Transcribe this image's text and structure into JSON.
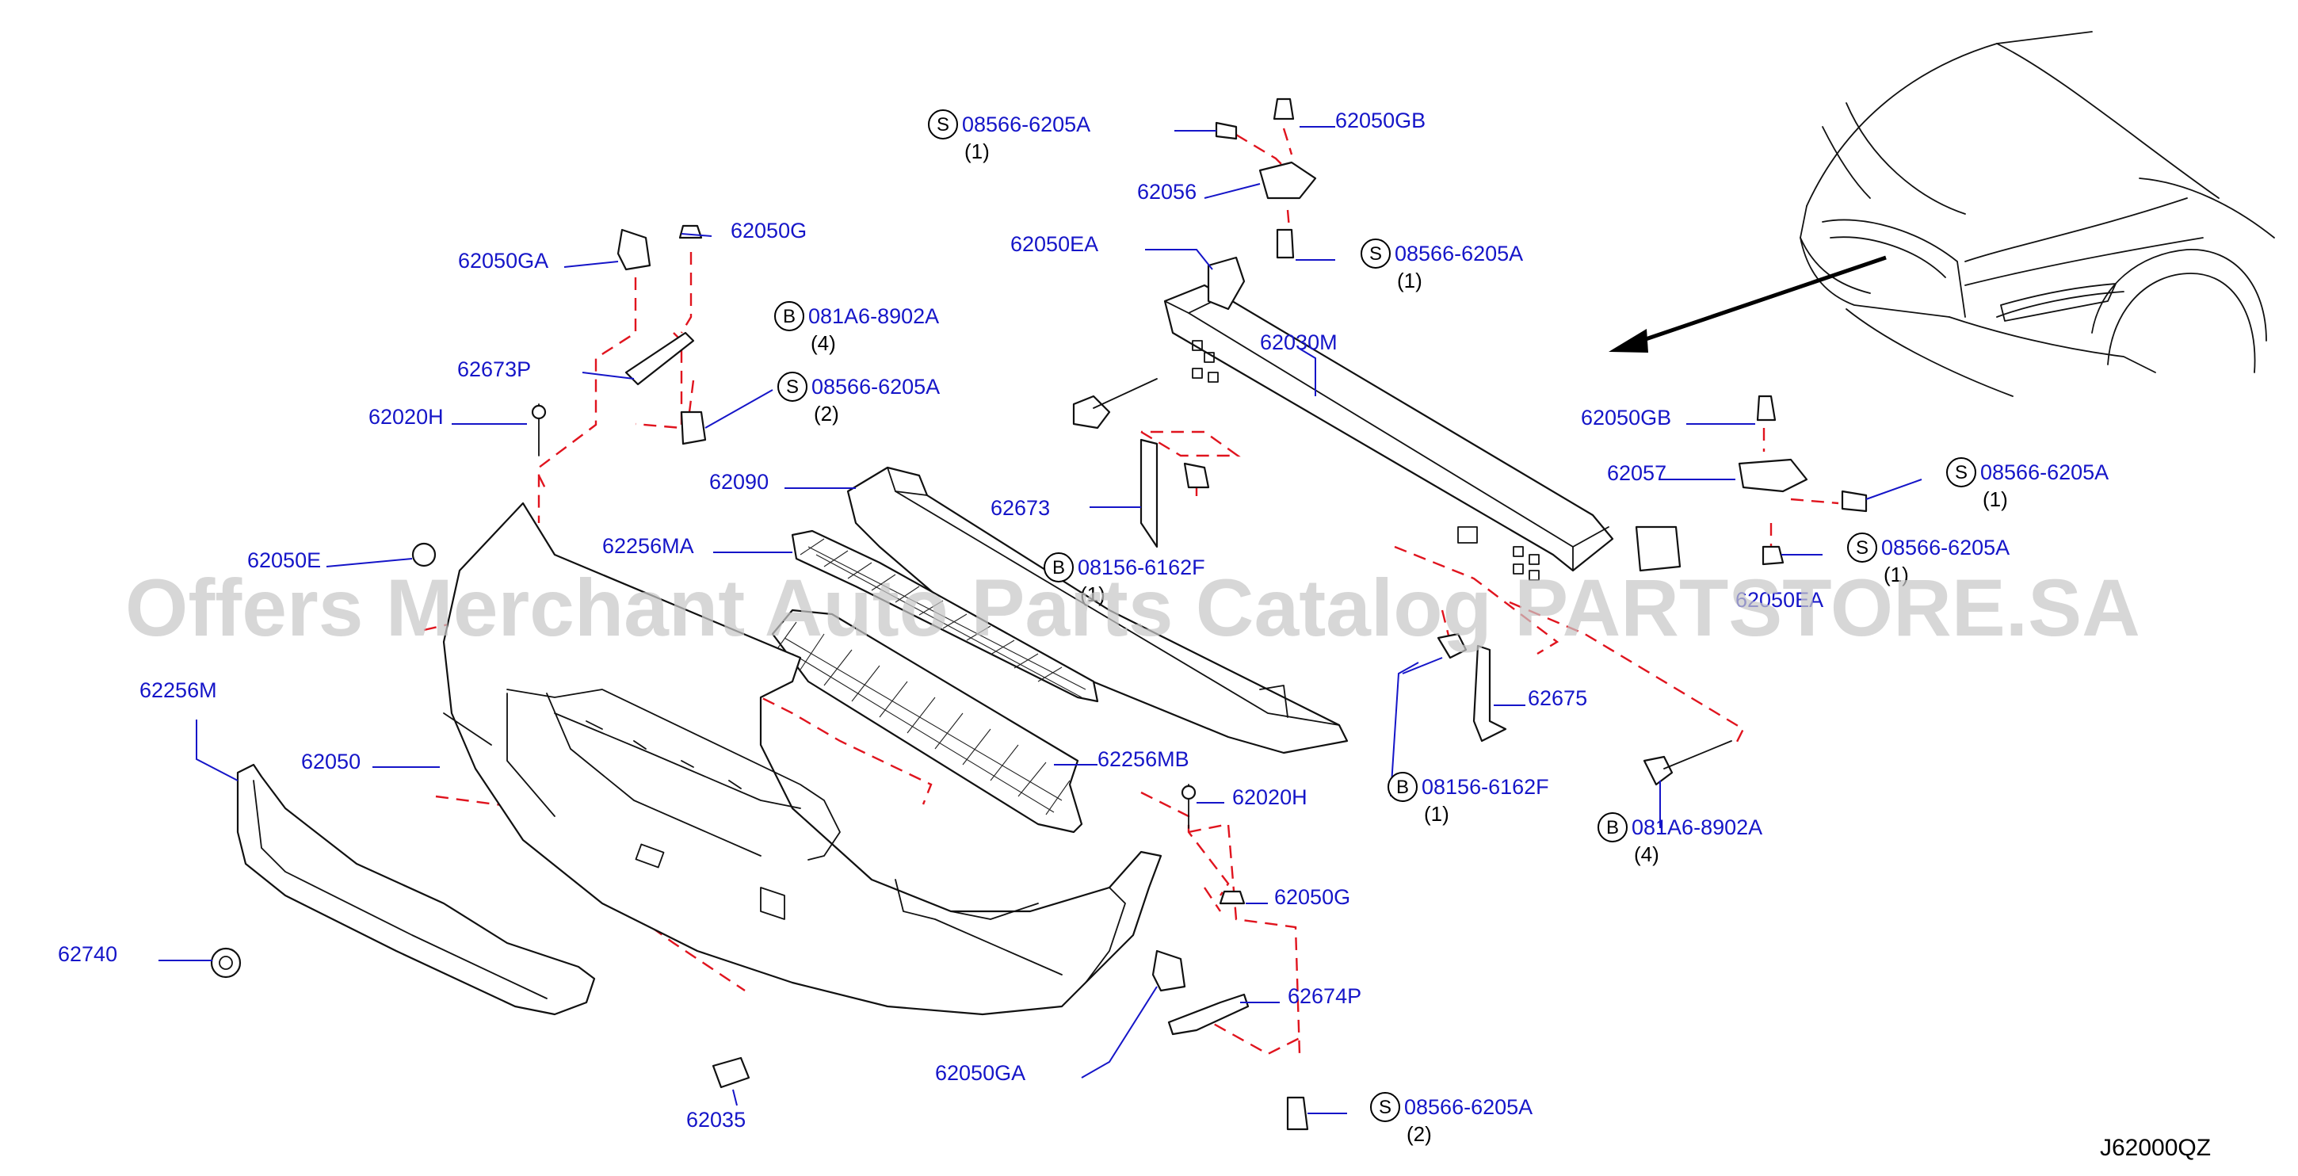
{
  "watermark": "Offers Merchant Auto Parts Catalog PARTSTORE.SA",
  "diagram_code": "J62000QZ",
  "colors": {
    "part_number": "#1515c8",
    "dashed_guide": "#e0141e",
    "outline": "#111111"
  },
  "callouts": [
    {
      "id": "c1",
      "prefix": "S",
      "part": "08566-6205A",
      "qty": "(1)"
    },
    {
      "id": "c2",
      "prefix": "",
      "part": "62050GB",
      "qty": ""
    },
    {
      "id": "c3",
      "prefix": "",
      "part": "62056",
      "qty": ""
    },
    {
      "id": "c4",
      "prefix": "",
      "part": "62050EA",
      "qty": ""
    },
    {
      "id": "c5",
      "prefix": "S",
      "part": "08566-6205A",
      "qty": "(1)"
    },
    {
      "id": "c6",
      "prefix": "",
      "part": "62050GA",
      "qty": ""
    },
    {
      "id": "c7",
      "prefix": "",
      "part": "62050G",
      "qty": ""
    },
    {
      "id": "c8",
      "prefix": "B",
      "part": "081A6-8902A",
      "qty": "(4)"
    },
    {
      "id": "c9",
      "prefix": "S",
      "part": "08566-6205A",
      "qty": "(2)"
    },
    {
      "id": "c10",
      "prefix": "",
      "part": "62673P",
      "qty": ""
    },
    {
      "id": "c11",
      "prefix": "",
      "part": "62020H",
      "qty": ""
    },
    {
      "id": "c12",
      "prefix": "",
      "part": "62030M",
      "qty": ""
    },
    {
      "id": "c13",
      "prefix": "",
      "part": "62090",
      "qty": ""
    },
    {
      "id": "c14",
      "prefix": "",
      "part": "62050GB",
      "qty": ""
    },
    {
      "id": "c15",
      "prefix": "",
      "part": "62057",
      "qty": ""
    },
    {
      "id": "c16",
      "prefix": "S",
      "part": "08566-6205A",
      "qty": "(1)"
    },
    {
      "id": "c17",
      "prefix": "",
      "part": "62673",
      "qty": ""
    },
    {
      "id": "c18",
      "prefix": "S",
      "part": "08566-6205A",
      "qty": "(1)"
    },
    {
      "id": "c19",
      "prefix": "",
      "part": "62050E",
      "qty": ""
    },
    {
      "id": "c20",
      "prefix": "",
      "part": "62256MA",
      "qty": ""
    },
    {
      "id": "c21",
      "prefix": "B",
      "part": "08156-6162F",
      "qty": "(1)"
    },
    {
      "id": "c22",
      "prefix": "",
      "part": "62050EA",
      "qty": ""
    },
    {
      "id": "c23",
      "prefix": "",
      "part": "62256M",
      "qty": ""
    },
    {
      "id": "c24",
      "prefix": "",
      "part": "62675",
      "qty": ""
    },
    {
      "id": "c25",
      "prefix": "",
      "part": "62050",
      "qty": ""
    },
    {
      "id": "c26",
      "prefix": "",
      "part": "62256MB",
      "qty": ""
    },
    {
      "id": "c27",
      "prefix": "B",
      "part": "08156-6162F",
      "qty": "(1)"
    },
    {
      "id": "c28",
      "prefix": "",
      "part": "62020H",
      "qty": ""
    },
    {
      "id": "c29",
      "prefix": "B",
      "part": "081A6-8902A",
      "qty": "(4)"
    },
    {
      "id": "c30",
      "prefix": "",
      "part": "62050G",
      "qty": ""
    },
    {
      "id": "c31",
      "prefix": "",
      "part": "62740",
      "qty": ""
    },
    {
      "id": "c32",
      "prefix": "",
      "part": "62674P",
      "qty": ""
    },
    {
      "id": "c33",
      "prefix": "",
      "part": "62050GA",
      "qty": ""
    },
    {
      "id": "c34",
      "prefix": "S",
      "part": "08566-6205A",
      "qty": "(2)"
    },
    {
      "id": "c35",
      "prefix": "",
      "part": "62035",
      "qty": ""
    }
  ]
}
